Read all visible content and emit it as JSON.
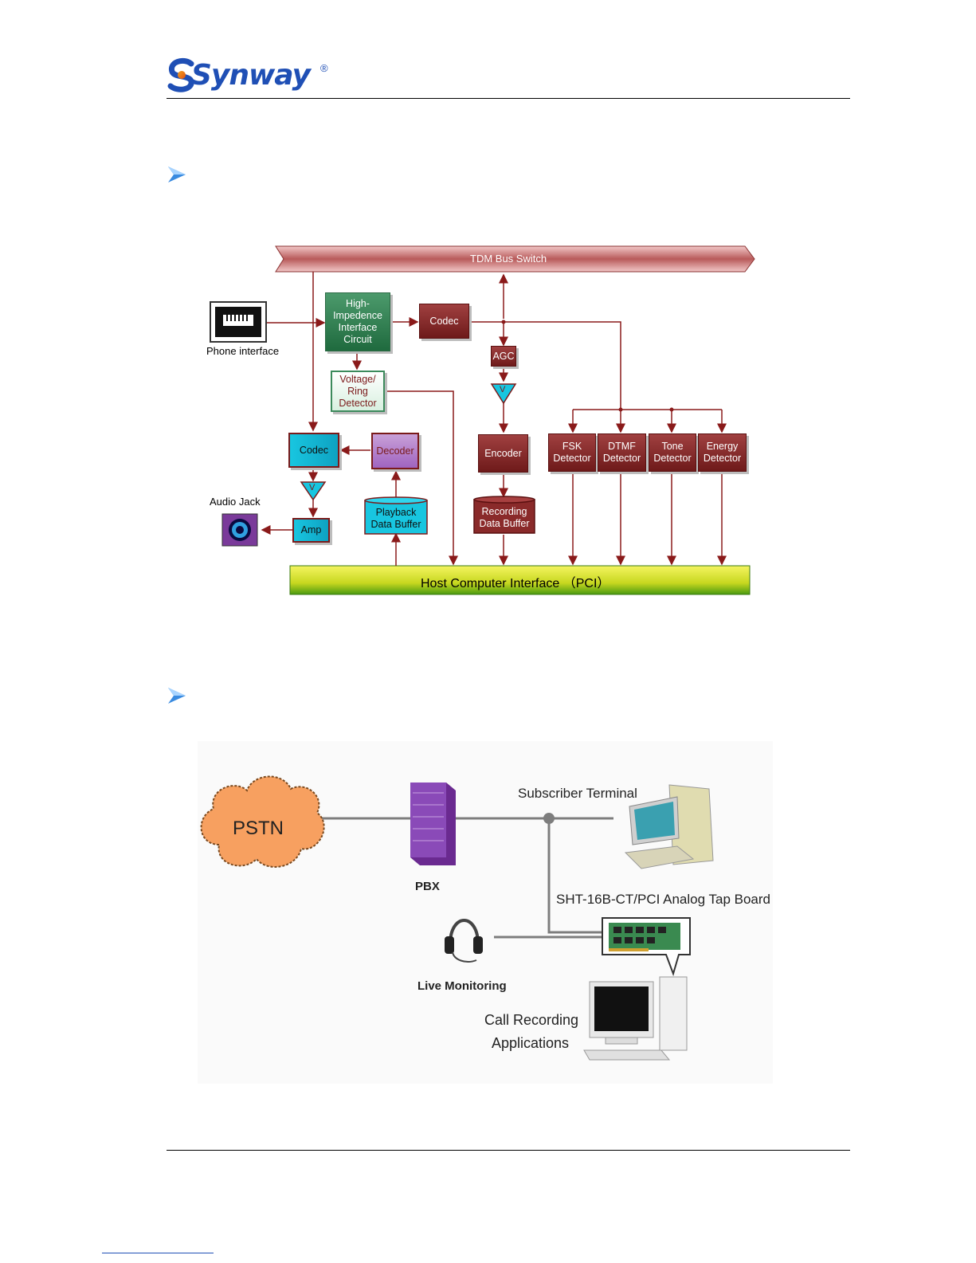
{
  "header": {
    "logo_text": "Synway",
    "logo_registered": "®"
  },
  "block_diagram": {
    "bus_label": "TDM Bus Switch",
    "host_label": "Host Computer Interface （PCI）",
    "phone_interface_label": "Phone interface",
    "audio_jack_label": "Audio Jack",
    "blocks": {
      "high_impedance": "High-\nImpedence\nInterface\nCircuit",
      "codec_top": "Codec",
      "agc": "AGC",
      "voltage_ring": "Voltage/\nRing\nDetector",
      "codec_left": "Codec",
      "decoder": "Decoder",
      "encoder": "Encoder",
      "fsk": "FSK\nDetector",
      "dtmf": "DTMF\nDetector",
      "tone": "Tone\nDetector",
      "energy": "Energy\nDetector",
      "amp": "Amp",
      "playback": "Playback\nData Buffer",
      "recording": "Recording\nData Buffer",
      "gain_symbol": "V"
    }
  },
  "application_diagram": {
    "pstn": "PSTN",
    "pbx": "PBX",
    "subscriber": "Subscriber Terminal",
    "board": "SHT-16B-CT/PCI Analog Tap Board",
    "live_monitoring": "Live Monitoring",
    "call_recording_line1": "Call Recording",
    "call_recording_line2": "Applications"
  },
  "colors": {
    "brand_blue": "#1f4fb5",
    "maroon": "#7a1a1a",
    "cyan": "#18c6e0",
    "green": "#2c6a44"
  }
}
